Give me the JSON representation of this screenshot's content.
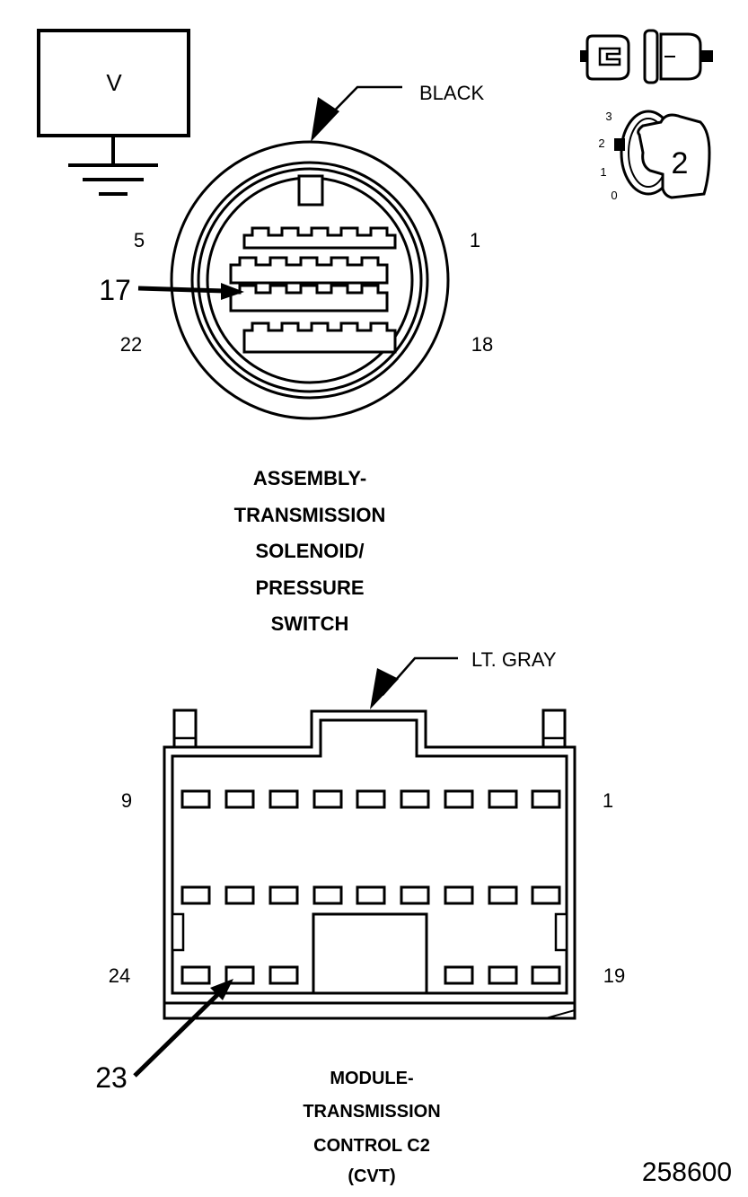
{
  "voltmeter": {
    "label": "V"
  },
  "connector_1": {
    "color_label": "BLACK",
    "pins": {
      "top_left": "5",
      "top_right": "1",
      "callout": "17",
      "bottom_left": "22",
      "bottom_right": "18"
    },
    "title_lines": [
      "ASSEMBLY-",
      "TRANSMISSION",
      "SOLENOID/",
      "PRESSURE",
      "SWITCH"
    ]
  },
  "ignition": {
    "positions": [
      "3",
      "2",
      "1",
      "0"
    ],
    "key_number": "2"
  },
  "connector_2": {
    "color_label": "LT. GRAY",
    "pins": {
      "top_left": "9",
      "top_right": "1",
      "bottom_left": "24",
      "bottom_right": "19",
      "callout": "23"
    },
    "title_lines": [
      "MODULE-",
      "TRANSMISSION",
      "CONTROL C2",
      "(CVT)"
    ]
  },
  "figure_number": "258600"
}
